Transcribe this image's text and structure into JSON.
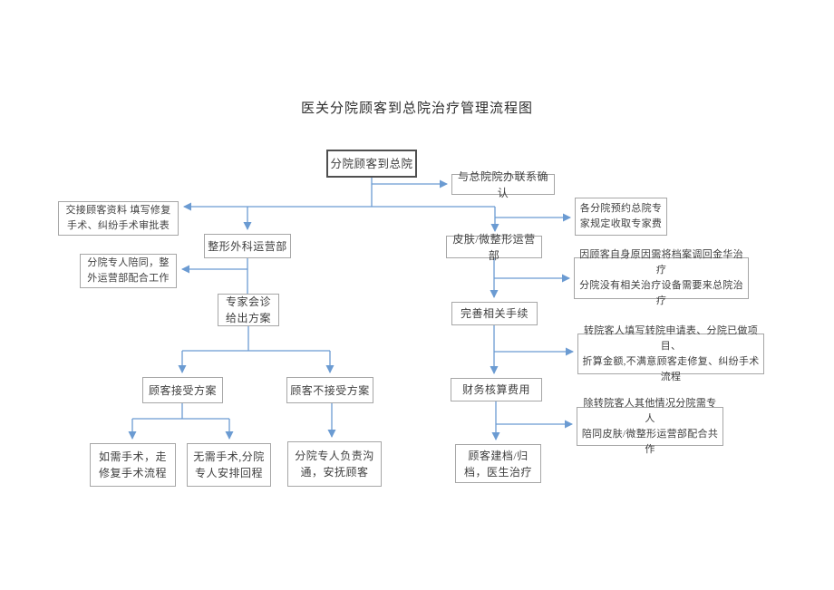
{
  "title": "医关分院顾客到总院治疗管理流程图",
  "colors": {
    "arrow": "#6b9bd2",
    "box_border": "#a6a6a6",
    "box_border_dark": "#4f4f4f",
    "text": "#3f3f3f"
  },
  "nodes": {
    "start": "分院顾客到总院",
    "confirm": "与总院院办联系确认",
    "handover": "交接顾客资料 填写修复\n手术、纠纷手术审批表",
    "expert_fee": "各分院预约总院专\n家规定收取专家费",
    "plastic_dept": "整形外科运营部",
    "skin_dept": "皮肤/微整形运营部",
    "accompany": "分院专人陪同，整\n外运营部配合工作",
    "jinhua": "因顾客自身原因需将档案调回金华治疗\n分院没有相关治疗设备需要来总院治疗",
    "expert_consult": "专家会诊\n给出方案",
    "procedures": "完善相关手续",
    "transfer": "转院客人填写转院申请表、分院已做项目、\n折算金额,不满意顾客走修复、纠纷手术流程",
    "accept": "顾客接受方案",
    "reject": "顾客不接受方案",
    "finance": "财务核算费用",
    "other_accompany": "除转院客人其他情况分院需专人\n陪同皮肤/微整形运营部配合共作",
    "surgery": "如需手术，走\n修复手术流程",
    "no_surgery": "无需手术,分院\n专人安排回程",
    "comfort": "分院专人负责沟\n通，安抚顾客",
    "archive": "顾客建档/归\n档，医生治疗"
  },
  "edges": [
    {
      "from": "start",
      "to": "confirm"
    },
    {
      "from": "start",
      "to": "handover"
    },
    {
      "from": "start",
      "to": "plastic_dept"
    },
    {
      "from": "start",
      "to": "skin_dept"
    },
    {
      "from": "start",
      "to": "expert_fee"
    },
    {
      "from": "plastic_dept",
      "to": "accompany"
    },
    {
      "from": "plastic_dept",
      "to": "expert_consult"
    },
    {
      "from": "skin_dept",
      "to": "jinhua"
    },
    {
      "from": "skin_dept",
      "to": "procedures"
    },
    {
      "from": "expert_consult",
      "to": "accept"
    },
    {
      "from": "expert_consult",
      "to": "reject"
    },
    {
      "from": "accept",
      "to": "surgery"
    },
    {
      "from": "accept",
      "to": "no_surgery"
    },
    {
      "from": "reject",
      "to": "comfort"
    },
    {
      "from": "procedures",
      "to": "transfer"
    },
    {
      "from": "procedures",
      "to": "finance"
    },
    {
      "from": "finance",
      "to": "other_accompany"
    },
    {
      "from": "finance",
      "to": "archive"
    }
  ]
}
